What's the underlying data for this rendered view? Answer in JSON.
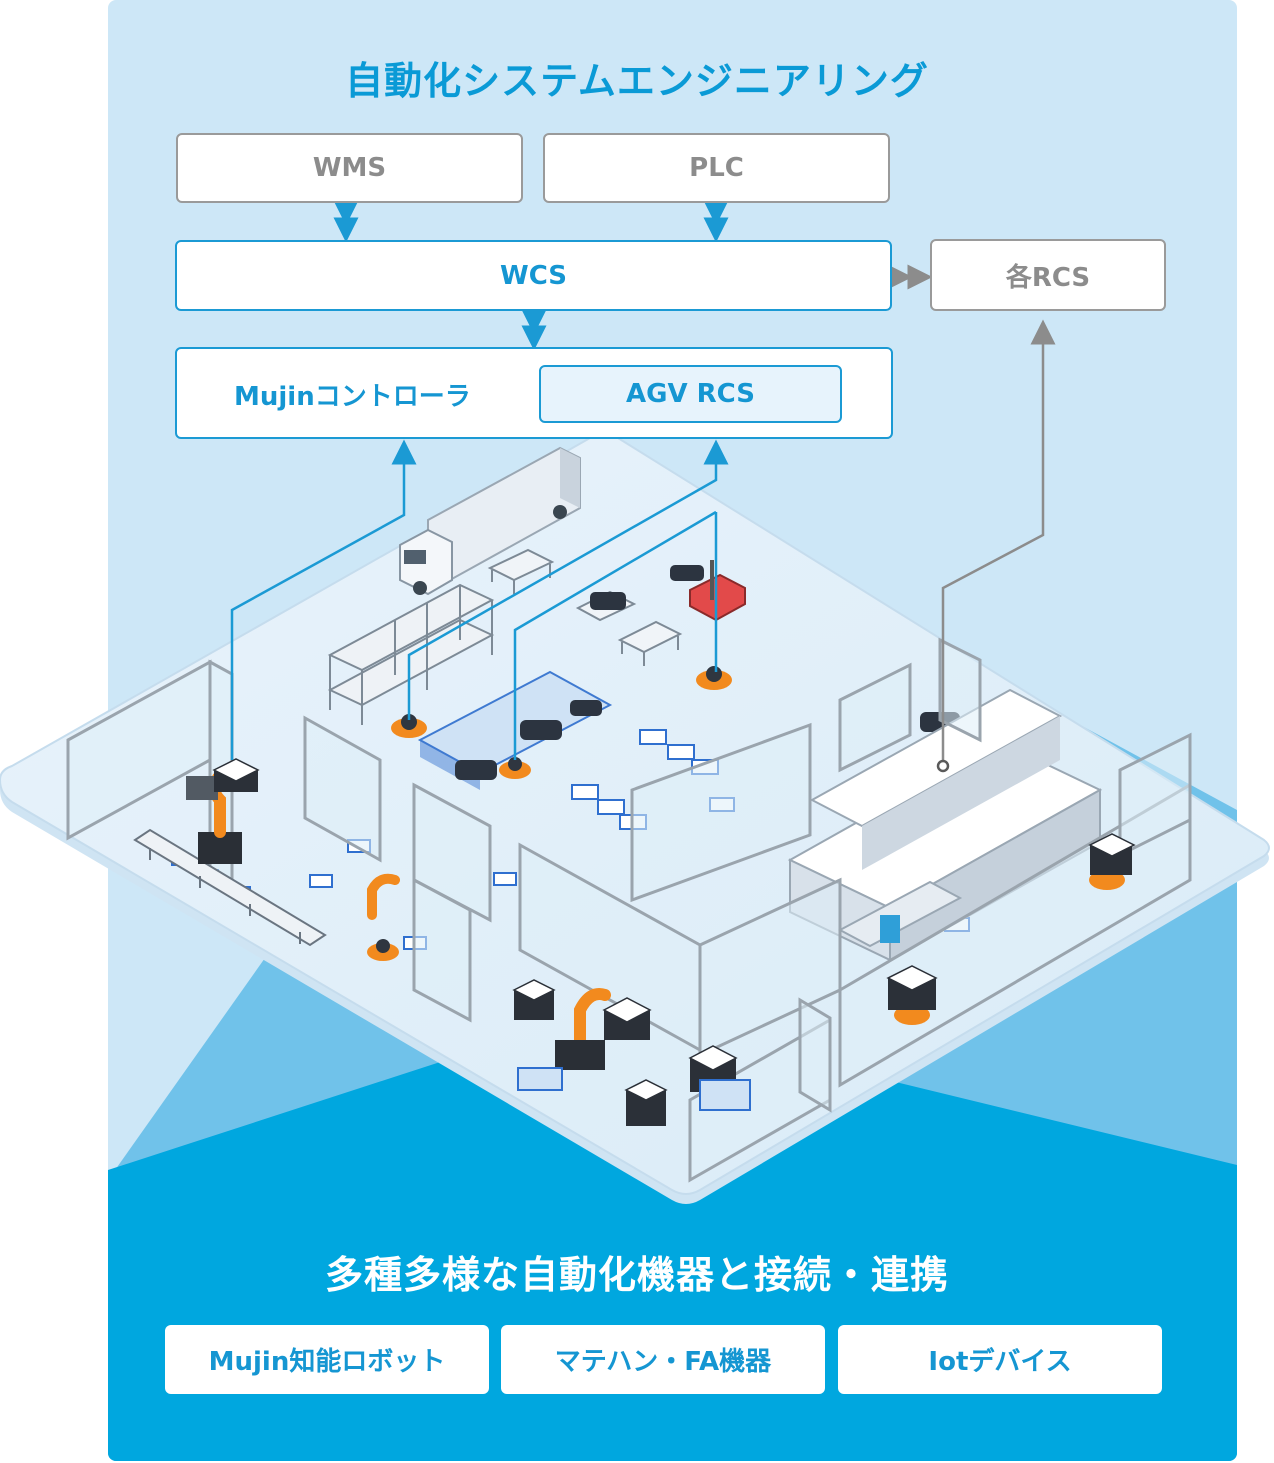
{
  "title": "自動化システムエンジニアリング",
  "systems": {
    "wms": "WMS",
    "plc": "PLC",
    "wcs": "WCS",
    "rcs": "各RCS",
    "controller": "Mujinコントローラ",
    "agv_rcs": "AGV RCS"
  },
  "subtitle": "多種多様な自動化機器と接続・連携",
  "categories": [
    "Mujin知能ロボット",
    "マテハン・FA機器",
    "Iotデバイス"
  ],
  "colors": {
    "accent": "#0a9ad6",
    "panel_light": "#cde7f7",
    "band_mid": "#6dc2ea",
    "band_dark": "#00a7df",
    "robot_orange": "#f28a1e"
  }
}
